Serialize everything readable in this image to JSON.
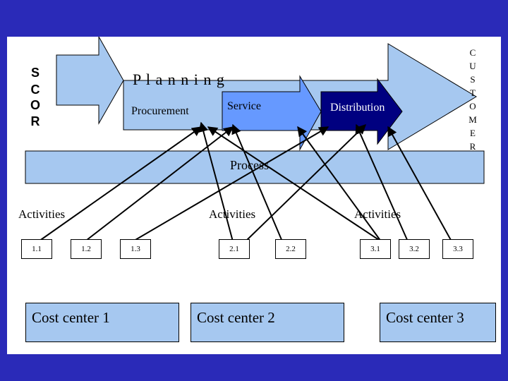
{
  "colors": {
    "background": "#2a2ab8",
    "light_blue": "#a6c8f0",
    "mid_blue": "#6699ff",
    "dark_blue": "#000080"
  },
  "scor": [
    "S",
    "C",
    "O",
    "R"
  ],
  "customer": [
    "C",
    "U",
    "S",
    "T",
    "O",
    "M",
    "E",
    "R"
  ],
  "planning_label": "P l a n  n i n g",
  "procurement_label": "Procurement",
  "service_label": "Service",
  "distribution_label": "Distribution",
  "process_label": "Process",
  "activity_groups": [
    {
      "label": "Activities",
      "items": [
        "1.1",
        "1.2",
        "1.3"
      ]
    },
    {
      "label": "Activities",
      "items": [
        "2.1",
        "2.2"
      ]
    },
    {
      "label": "Activities",
      "items": [
        "3.1",
        "3.2",
        "3.3"
      ]
    }
  ],
  "cost_centers": [
    "Cost center 1",
    "Cost center 2",
    "Cost center 3"
  ]
}
